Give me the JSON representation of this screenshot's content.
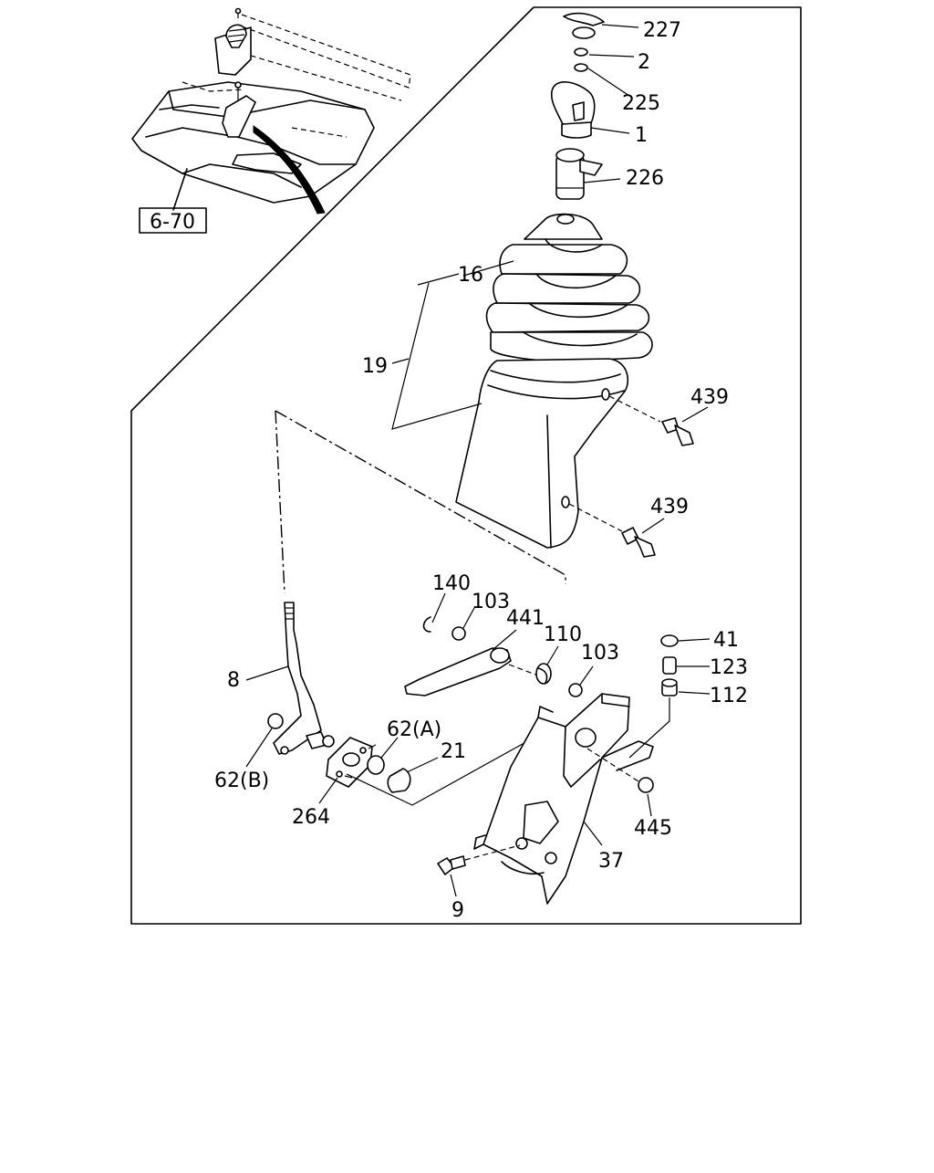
{
  "diagram": {
    "ref_box": "6-70",
    "labels": {
      "p227": "227",
      "p2": "2",
      "p225": "225",
      "p1": "1",
      "p226": "226",
      "p16": "16",
      "p19": "19",
      "p439a": "439",
      "p439b": "439",
      "p140": "140",
      "p103a": "103",
      "p441": "441",
      "p110": "110",
      "p103b": "103",
      "p41": "41",
      "p123": "123",
      "p112": "112",
      "p8": "8",
      "p62a": "62(A)",
      "p21": "21",
      "p62b": "62(B)",
      "p264": "264",
      "p445": "445",
      "p37": "37",
      "p9": "9"
    }
  }
}
